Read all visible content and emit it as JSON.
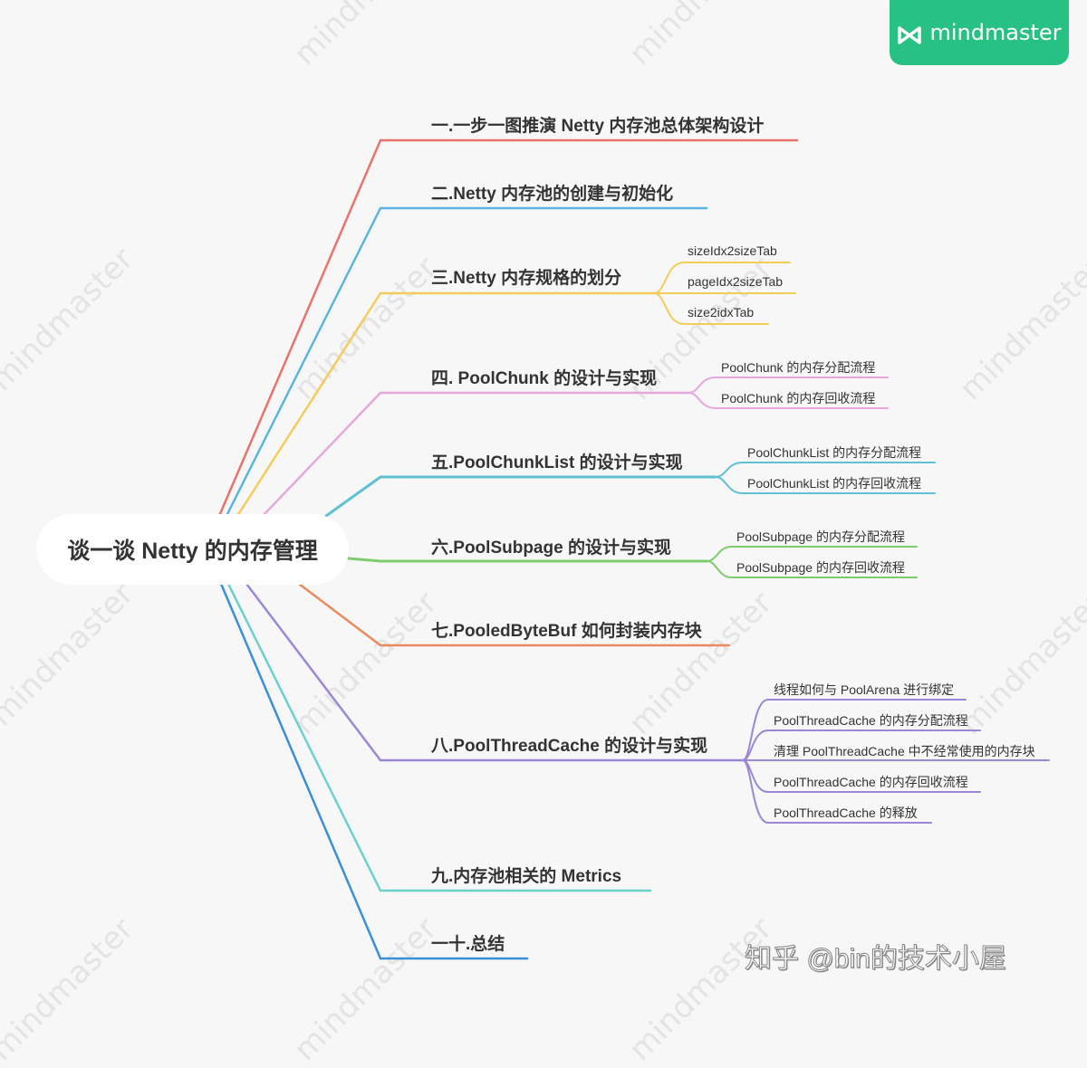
{
  "brand": {
    "name": "mindmaster",
    "color": "#27c183",
    "watermark_text": "mindmaster"
  },
  "root": {
    "label": "谈一谈 Netty 的内存管理"
  },
  "branches": [
    {
      "label": "一.一步一图推演 Netty 内存池总体架构设计",
      "color": "#e8736d",
      "children": []
    },
    {
      "label": "二.Netty 内存池的创建与初始化",
      "color": "#5bb5e0",
      "children": []
    },
    {
      "label": "三.Netty 内存规格的划分",
      "color": "#f4cc5a",
      "children": [
        "sizeIdx2sizeTab",
        "pageIdx2sizeTab",
        "size2idxTab"
      ]
    },
    {
      "label": "四. PoolChunk 的设计与实现",
      "color": "#e6a8dc",
      "children": [
        "PoolChunk 的内存分配流程",
        "PoolChunk 的内存回收流程"
      ]
    },
    {
      "label": "五.PoolChunkList 的设计与实现",
      "color": "#5ec0d0",
      "children": [
        "PoolChunkList 的内存分配流程",
        "PoolChunkList 的内存回收流程"
      ]
    },
    {
      "label": "六.PoolSubpage 的设计与实现",
      "color": "#7dcc6e",
      "children": [
        "PoolSubpage 的内存分配流程",
        "PoolSubpage 的内存回收流程"
      ]
    },
    {
      "label": "七.PooledByteBuf 如何封装内存块",
      "color": "#ea8a5c",
      "children": []
    },
    {
      "label": "八.PoolThreadCache 的设计与实现",
      "color": "#9b87d4",
      "children": [
        "线程如何与 PoolArena 进行绑定",
        "PoolThreadCache 的内存分配流程",
        "清理 PoolThreadCache 中不经常使用的内存块",
        "PoolThreadCache 的内存回收流程",
        "PoolThreadCache 的释放"
      ]
    },
    {
      "label": "九.内存池相关的 Metrics",
      "color": "#6bd1cc",
      "children": []
    },
    {
      "label": "一十.总结",
      "color": "#3a8fd6",
      "children": []
    }
  ],
  "footer": {
    "credit": "知乎 @bin的技术小屋"
  }
}
